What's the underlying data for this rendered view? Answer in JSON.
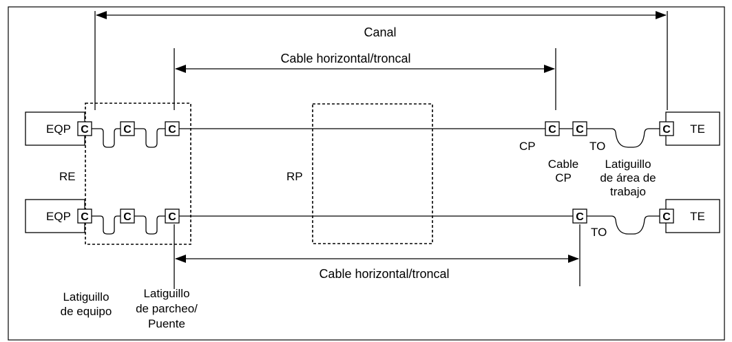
{
  "labels": {
    "canal": "Canal",
    "cable_top": "Cable horizontal/troncal",
    "cable_bottom": "Cable horizontal/troncal",
    "eqp": "EQP",
    "te": "TE",
    "connector": "C",
    "re": "RE",
    "rp": "RP",
    "cp": "CP",
    "to": "TO",
    "cable_cp_line1": "Cable",
    "cable_cp_line2": "CP",
    "work_area_line1": "Latiguillo",
    "work_area_line2": "de área de",
    "work_area_line3": "trabajo",
    "equip_cord_line1": "Latiguillo",
    "equip_cord_line2": "de equipo",
    "patch_cord_line1": "Latiguillo",
    "patch_cord_line2": "de parcheo/",
    "patch_cord_line3": "Puente"
  },
  "colors": {
    "stroke": "#000000",
    "background": "#ffffff"
  }
}
